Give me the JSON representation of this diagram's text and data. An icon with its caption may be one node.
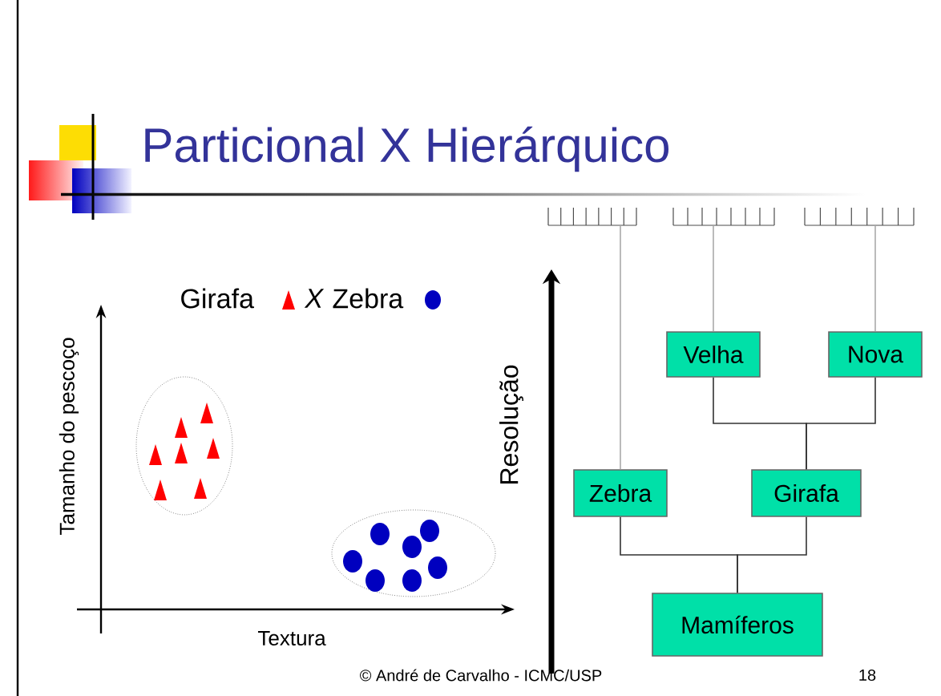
{
  "diagram": {
    "title": "Particional X Hierárquico",
    "nodes": [
      {
        "text": [
          "Mamíferos"
        ]
      },
      {
        "text": [
          "Zebra"
        ]
      },
      {
        "text": [
          "Girafa"
        ]
      },
      {
        "text": [
          "Velha"
        ]
      },
      {
        "text": [
          "Nova"
        ]
      },
      {
        "text": [],
        "shape": "comb"
      },
      {
        "text": [],
        "shape": "comb"
      },
      {
        "text": [],
        "shape": "comb"
      }
    ],
    "edges": [
      {
        "from": 0,
        "to": 1,
        "arrow": "none"
      },
      {
        "from": 0,
        "to": 2,
        "arrow": "none"
      },
      {
        "from": 2,
        "to": 3,
        "arrow": "none"
      },
      {
        "from": 2,
        "to": 4,
        "arrow": "none"
      },
      {
        "from": 1,
        "to": 5,
        "arrow": "none",
        "color": "#aaaaaa"
      },
      {
        "from": 3,
        "to": 6,
        "arrow": "none",
        "color": "#aaaaaa"
      },
      {
        "from": 4,
        "to": 7,
        "arrow": "none",
        "color": "#aaaaaa"
      }
    ],
    "labels": [
      "X",
      "Tamanho do pescoço",
      "Textura",
      "Resolução",
      "© André de Carvalho - ICMC/USP",
      "18"
    ],
    "legend": [
      {
        "text": "Girafa"
      },
      {
        "text": "Zebra"
      }
    ]
  }
}
